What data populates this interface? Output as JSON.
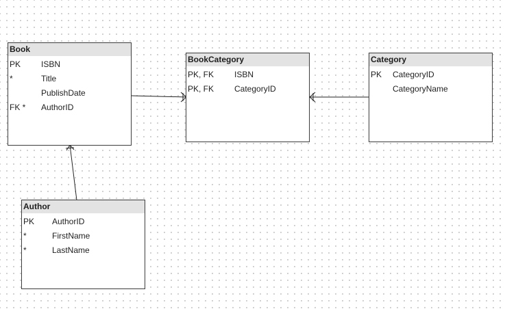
{
  "entities": [
    {
      "id": "book",
      "name": "Book",
      "attributes": [
        {
          "key": "PK",
          "name": "ISBN"
        },
        {
          "key": "*",
          "name": "Title"
        },
        {
          "key": "",
          "name": "PublishDate"
        },
        {
          "key": "FK *",
          "name": "AuthorID"
        }
      ]
    },
    {
      "id": "bookcategory",
      "name": "BookCategory",
      "attributes": [
        {
          "key": "PK, FK",
          "name": "ISBN"
        },
        {
          "key": "PK, FK",
          "name": "CategoryID"
        }
      ]
    },
    {
      "id": "category",
      "name": "Category",
      "attributes": [
        {
          "key": "PK",
          "name": "CategoryID"
        },
        {
          "key": "",
          "name": "CategoryName"
        }
      ]
    },
    {
      "id": "author",
      "name": "Author",
      "attributes": [
        {
          "key": "PK",
          "name": "AuthorID"
        },
        {
          "key": "*",
          "name": "FirstName"
        },
        {
          "key": "*",
          "name": "LastName"
        }
      ]
    }
  ],
  "relationships": [
    {
      "from": "book",
      "to": "bookcategory",
      "from_cardinality": "one",
      "to_cardinality": "many"
    },
    {
      "from": "category",
      "to": "bookcategory",
      "from_cardinality": "one",
      "to_cardinality": "many"
    },
    {
      "from": "author",
      "to": "book",
      "from_cardinality": "one",
      "to_cardinality": "many"
    }
  ]
}
